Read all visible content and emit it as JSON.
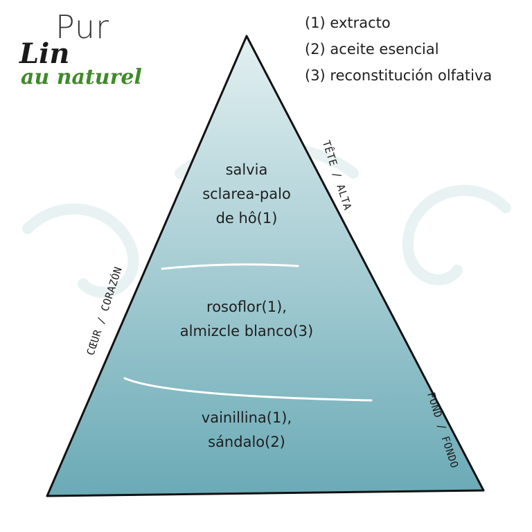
{
  "logo": {
    "line1": "Pur",
    "line2": "Lin",
    "line3": "au naturel"
  },
  "legend": {
    "items": [
      "(1) extracto",
      "(2) aceite esencial",
      "(3) reconstitución olfativa"
    ]
  },
  "pyramid": {
    "tiers": [
      {
        "lines": [
          "salvia",
          "sclarea-palo",
          "de hô(1)"
        ]
      },
      {
        "lines": [
          "rosoflor(1),",
          "almizcle blanco(3)"
        ]
      },
      {
        "lines": [
          "vainillina(1),",
          "sándalo(2)"
        ]
      }
    ],
    "labels": {
      "top": "TÊTE / ALTA",
      "heart": "CŒUR / CORAZÓN",
      "base": "FOND / FONDO"
    },
    "colors": {
      "apex": "#e3f0f1",
      "base": "#6aaab6",
      "separator": "#ffffff",
      "outline": "#111111"
    }
  },
  "watermark_colors": {
    "fill": "#e6f1f1"
  }
}
